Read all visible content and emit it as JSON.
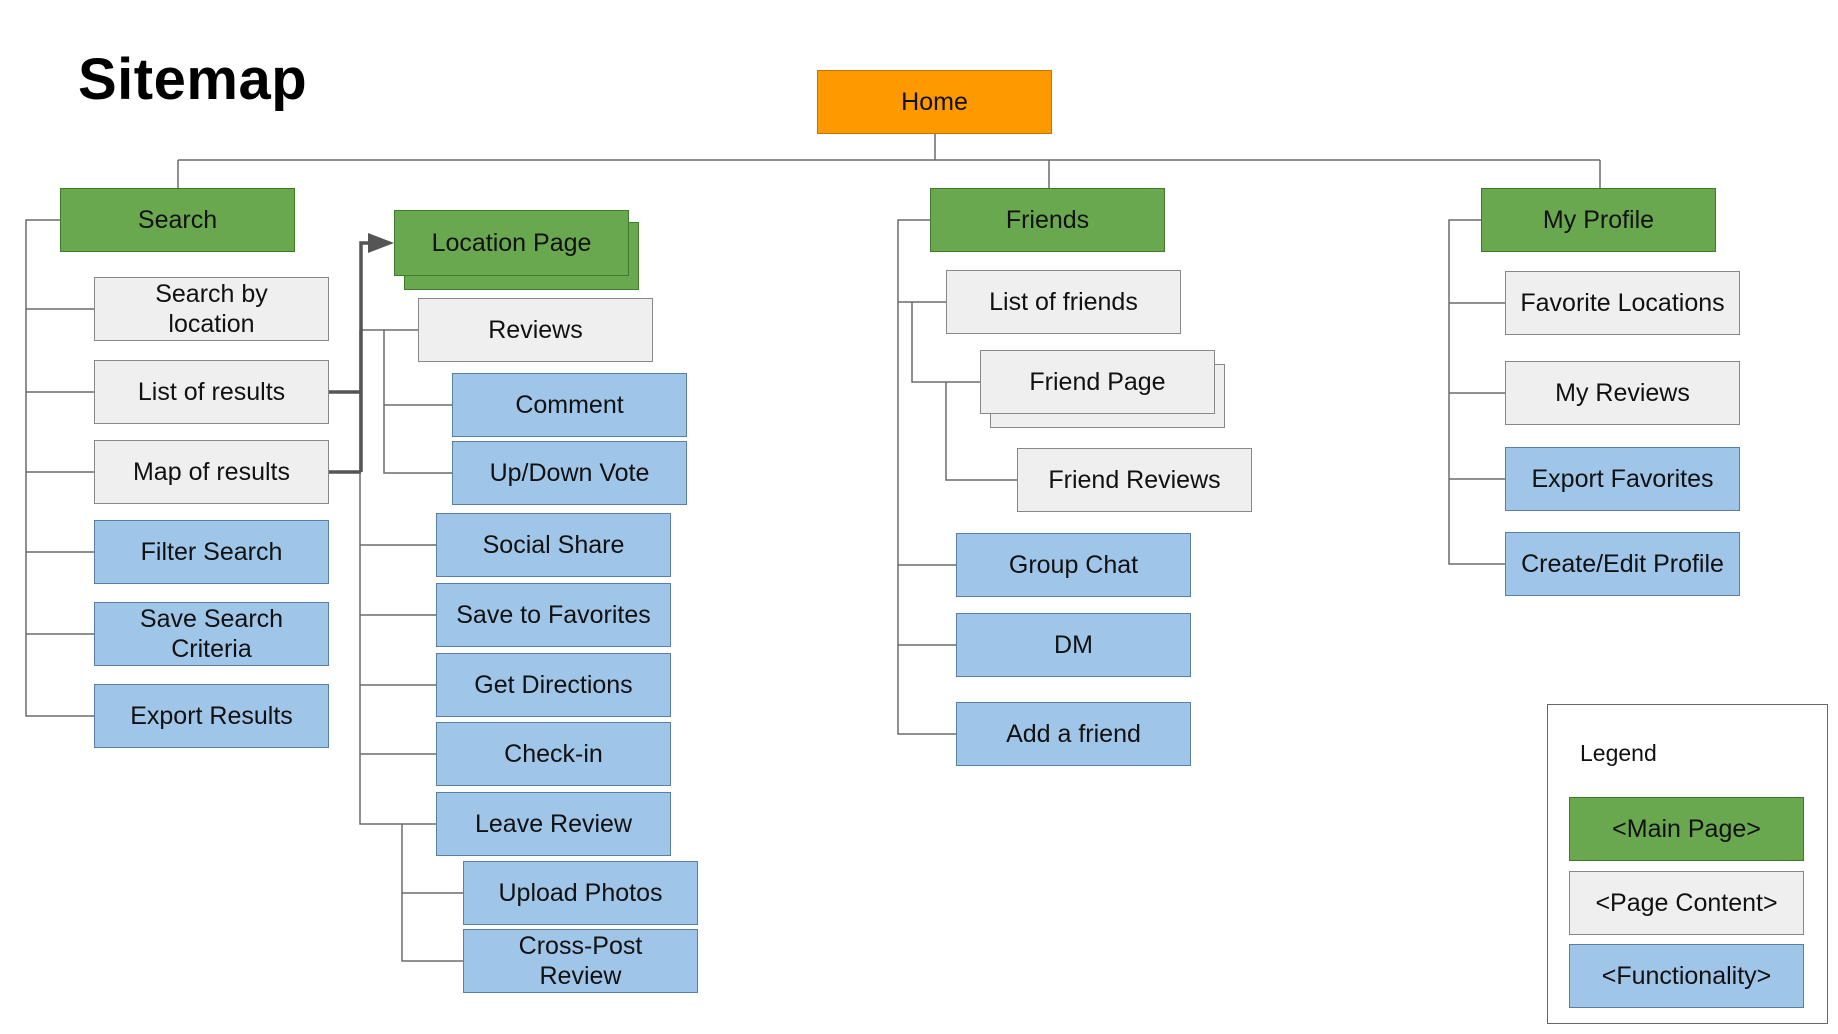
{
  "title": "Sitemap",
  "colors": {
    "home": "#ff9900",
    "main_page": "#6aa84f",
    "page_content": "#efefef",
    "functionality": "#9fc5e8"
  },
  "home": "Home",
  "sections": {
    "search": {
      "label": "Search",
      "items": {
        "search_by_location": "Search by\nlocation",
        "list_of_results": "List of results",
        "map_of_results": "Map of results",
        "filter_search": "Filter Search",
        "save_search_criteria": "Save Search\nCriteria",
        "export_results": "Export Results"
      }
    },
    "location": {
      "label": "Location Page",
      "items": {
        "reviews": "Reviews",
        "comment": "Comment",
        "up_down_vote": "Up/Down Vote",
        "social_share": "Social Share",
        "save_to_favorites": "Save to Favorites",
        "get_directions": "Get Directions",
        "check_in": "Check-in",
        "leave_review": "Leave Review",
        "upload_photos": "Upload Photos",
        "cross_post_review": "Cross-Post\nReview"
      }
    },
    "friends": {
      "label": "Friends",
      "items": {
        "list_of_friends": "List of friends",
        "friend_page": "Friend Page",
        "friend_reviews": "Friend Reviews",
        "group_chat": "Group Chat",
        "dm": "DM",
        "add_a_friend": "Add a friend"
      }
    },
    "profile": {
      "label": "My Profile",
      "items": {
        "favorite_locations": "Favorite Locations",
        "my_reviews": "My Reviews",
        "export_favorites": "Export Favorites",
        "create_edit_profile": "Create/Edit Profile"
      }
    }
  },
  "legend": {
    "title": "Legend",
    "main_page": "<Main Page>",
    "page_content": "<Page Content>",
    "functionality": "<Functionality>"
  }
}
